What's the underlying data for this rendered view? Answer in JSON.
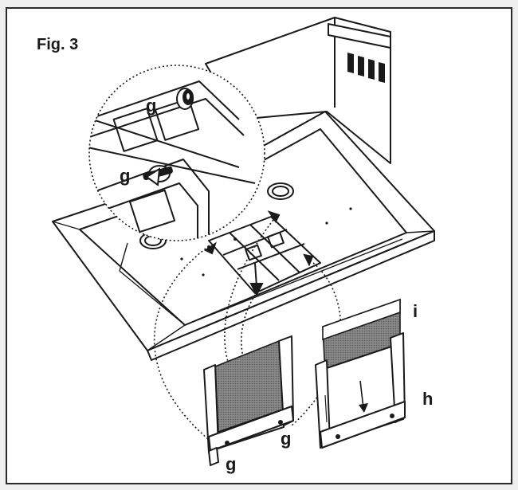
{
  "figure": {
    "title": "Fig. 3",
    "labels": {
      "g_zoom_top": "g",
      "g_zoom_bottom": "g",
      "g_filter_bottom_left": "g",
      "g_filter_bottom_right": "g",
      "i_filter": "i",
      "h_frame": "h"
    }
  },
  "colors": {
    "ink": "#1a1a1a",
    "paper": "#ffffff",
    "background": "#efefef",
    "filter_shade": "#9a9a9a"
  }
}
